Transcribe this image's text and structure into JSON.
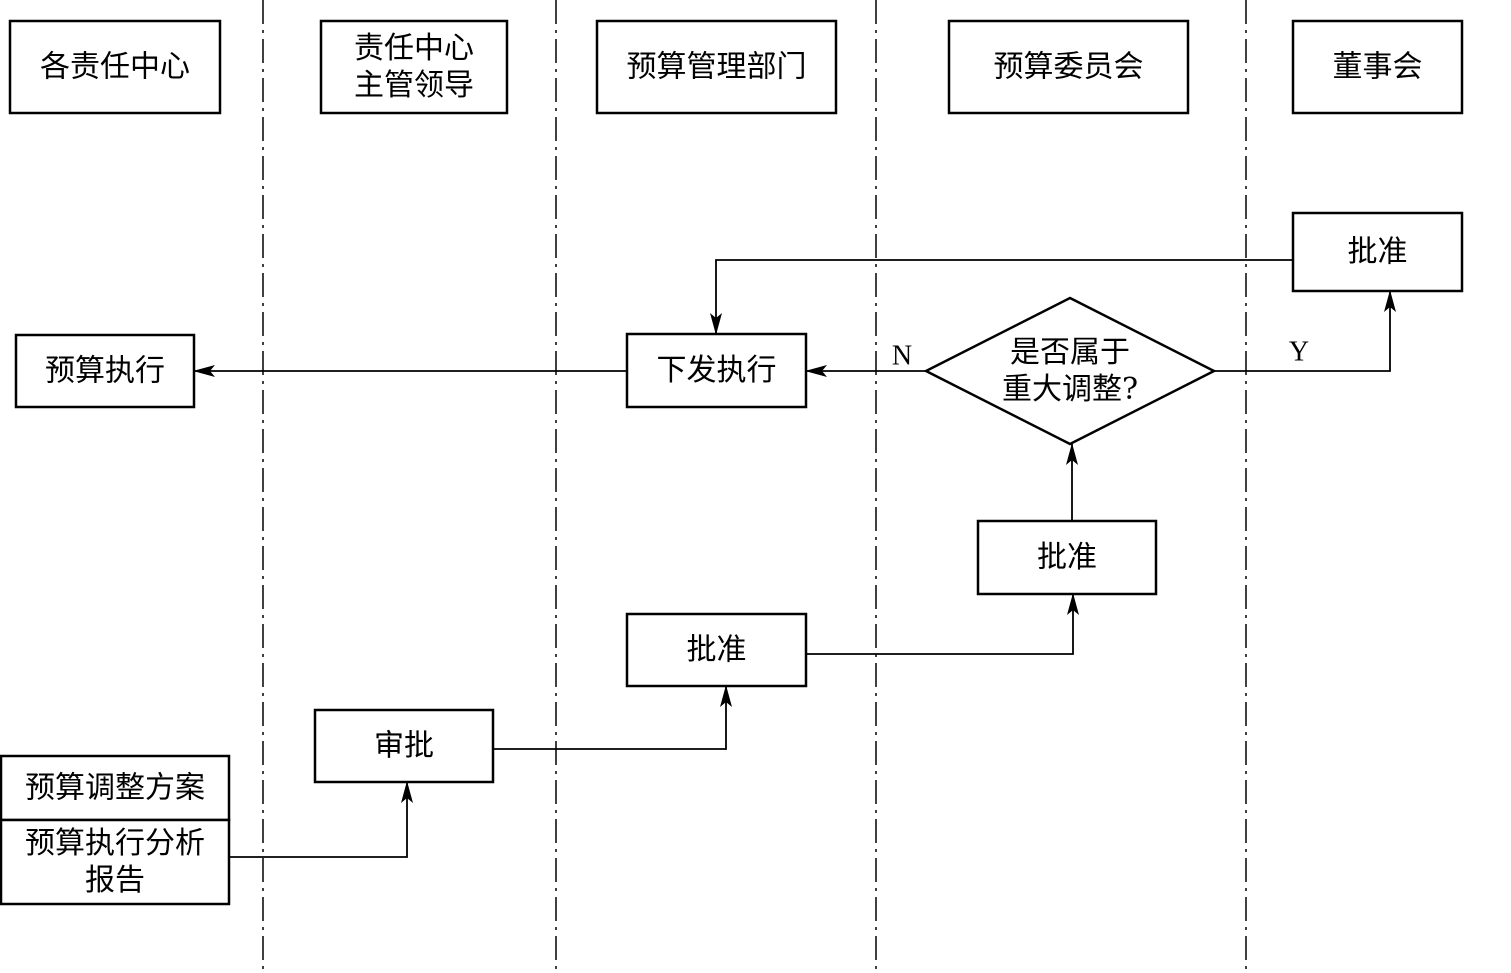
{
  "lanes": [
    {
      "id": "lane1",
      "lines": [
        "各责任中心"
      ]
    },
    {
      "id": "lane2",
      "lines": [
        "责任中心",
        "主管领导"
      ]
    },
    {
      "id": "lane3",
      "lines": [
        "预算管理部门"
      ]
    },
    {
      "id": "lane4",
      "lines": [
        "预算委员会"
      ]
    },
    {
      "id": "lane5",
      "lines": [
        "董事会"
      ]
    }
  ],
  "nodes": [
    {
      "id": "budget-adjust-plan",
      "shape": "rect",
      "lines": [
        "预算调整方案"
      ]
    },
    {
      "id": "analysis-report",
      "shape": "rect",
      "lines": [
        "预算执行分析",
        "报告"
      ]
    },
    {
      "id": "review",
      "shape": "rect",
      "lines": [
        "审批"
      ]
    },
    {
      "id": "approve-mgmt",
      "shape": "rect",
      "lines": [
        "批准"
      ]
    },
    {
      "id": "approve-committee",
      "shape": "rect",
      "lines": [
        "批准"
      ]
    },
    {
      "id": "decision",
      "shape": "diamond",
      "lines": [
        "是否属于",
        "重大调整?"
      ]
    },
    {
      "id": "approve-board",
      "shape": "rect",
      "lines": [
        "批准"
      ]
    },
    {
      "id": "issue-execute",
      "shape": "rect",
      "lines": [
        "下发执行"
      ]
    },
    {
      "id": "budget-execute",
      "shape": "rect",
      "lines": [
        "预算执行"
      ]
    }
  ],
  "edges": [
    {
      "from": "analysis-report",
      "to": "review",
      "label": ""
    },
    {
      "from": "review",
      "to": "approve-mgmt",
      "label": ""
    },
    {
      "from": "approve-mgmt",
      "to": "approve-committee",
      "label": ""
    },
    {
      "from": "approve-committee",
      "to": "decision",
      "label": ""
    },
    {
      "from": "decision",
      "to": "approve-board",
      "label": "Y"
    },
    {
      "from": "decision",
      "to": "issue-execute",
      "label": "N"
    },
    {
      "from": "approve-board",
      "to": "issue-execute",
      "label": ""
    },
    {
      "from": "issue-execute",
      "to": "budget-execute",
      "label": ""
    }
  ]
}
